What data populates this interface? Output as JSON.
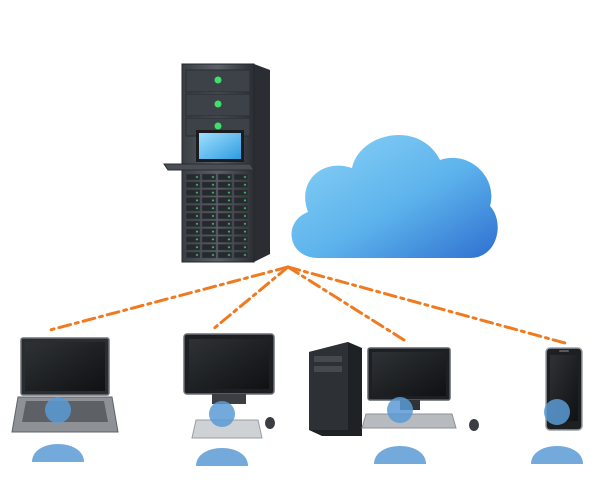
{
  "diagram": {
    "hub": {
      "icon": "server-rack-icon"
    },
    "cloud": {
      "icon": "cloud-icon"
    },
    "connection_color": "#F07A1F",
    "user_color": "#5B9BD5",
    "cloud_color": "#5CB3EC",
    "clients": [
      {
        "id": "laptop",
        "icon": "laptop-icon"
      },
      {
        "id": "desktop-monitor",
        "icon": "desktop-monitor-icon"
      },
      {
        "id": "desktop-tower",
        "icon": "desktop-tower-icon"
      },
      {
        "id": "smartphone",
        "icon": "smartphone-icon"
      }
    ]
  }
}
